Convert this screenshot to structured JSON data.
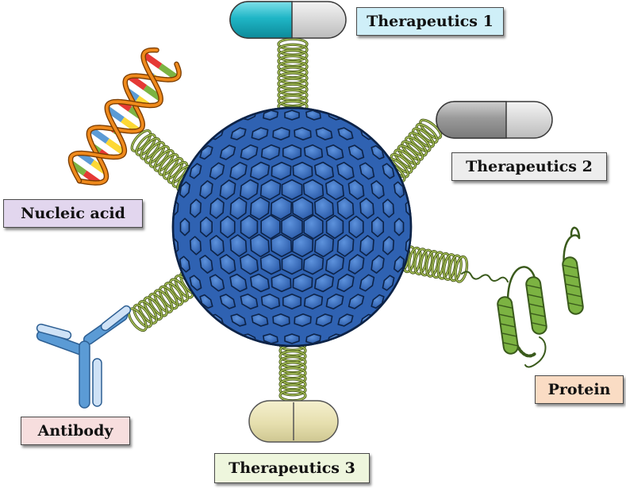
{
  "labels": {
    "therapeutics_1": {
      "text": "Therapeutics 1",
      "fill": "#cfeff8"
    },
    "therapeutics_2": {
      "text": "Therapeutics 2",
      "fill": "#ededed"
    },
    "therapeutics_3": {
      "text": "Therapeutics 3",
      "fill": "#eef6dd"
    },
    "nucleic_acid": {
      "text": "Nucleic acid",
      "fill": "#e2d6ee"
    },
    "protein": {
      "text": "Protein",
      "fill": "#fadcc4"
    },
    "antibody": {
      "text": "Antibody",
      "fill": "#f7dede"
    }
  },
  "colors": {
    "nanoparticle": "#3a6fc0",
    "nanoparticle_edge": "#0d2347",
    "linker_spring": "#8ba83e",
    "capsule_1": "#1fb6c6",
    "capsule_2": "#9a9a9a",
    "capsule_3": "#e9e3b6",
    "protein": "#7cb342",
    "antibody": "#5b9bd5"
  },
  "icons": [
    "nanoparticle-icon",
    "capsule-icon",
    "dna-icon",
    "protein-icon",
    "antibody-icon",
    "spring-linker-icon"
  ]
}
